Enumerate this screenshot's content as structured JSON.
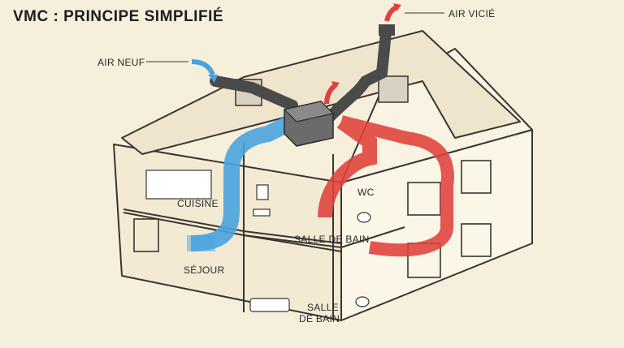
{
  "title": "VMC : PRINCIPE SIMPLIFIÉ",
  "labels": {
    "air_neuf": "AIR NEUF",
    "air_vicie": "AIR VICIÉ",
    "cuisine": "CUISINE",
    "sejour": "SÉJOUR",
    "wc": "WC",
    "salle_de_bain_upper": "SALLE DE BAIN",
    "salle_lower_line1": "SALLE",
    "salle_lower_line2": "DE BAIN"
  },
  "colors": {
    "background": "#f6efdc",
    "house_outline": "#3a3530",
    "fresh_air": "#4aa3df",
    "stale_air": "#e0413a",
    "duct": "#4a4a4a",
    "unit": "#6b6b6b"
  }
}
